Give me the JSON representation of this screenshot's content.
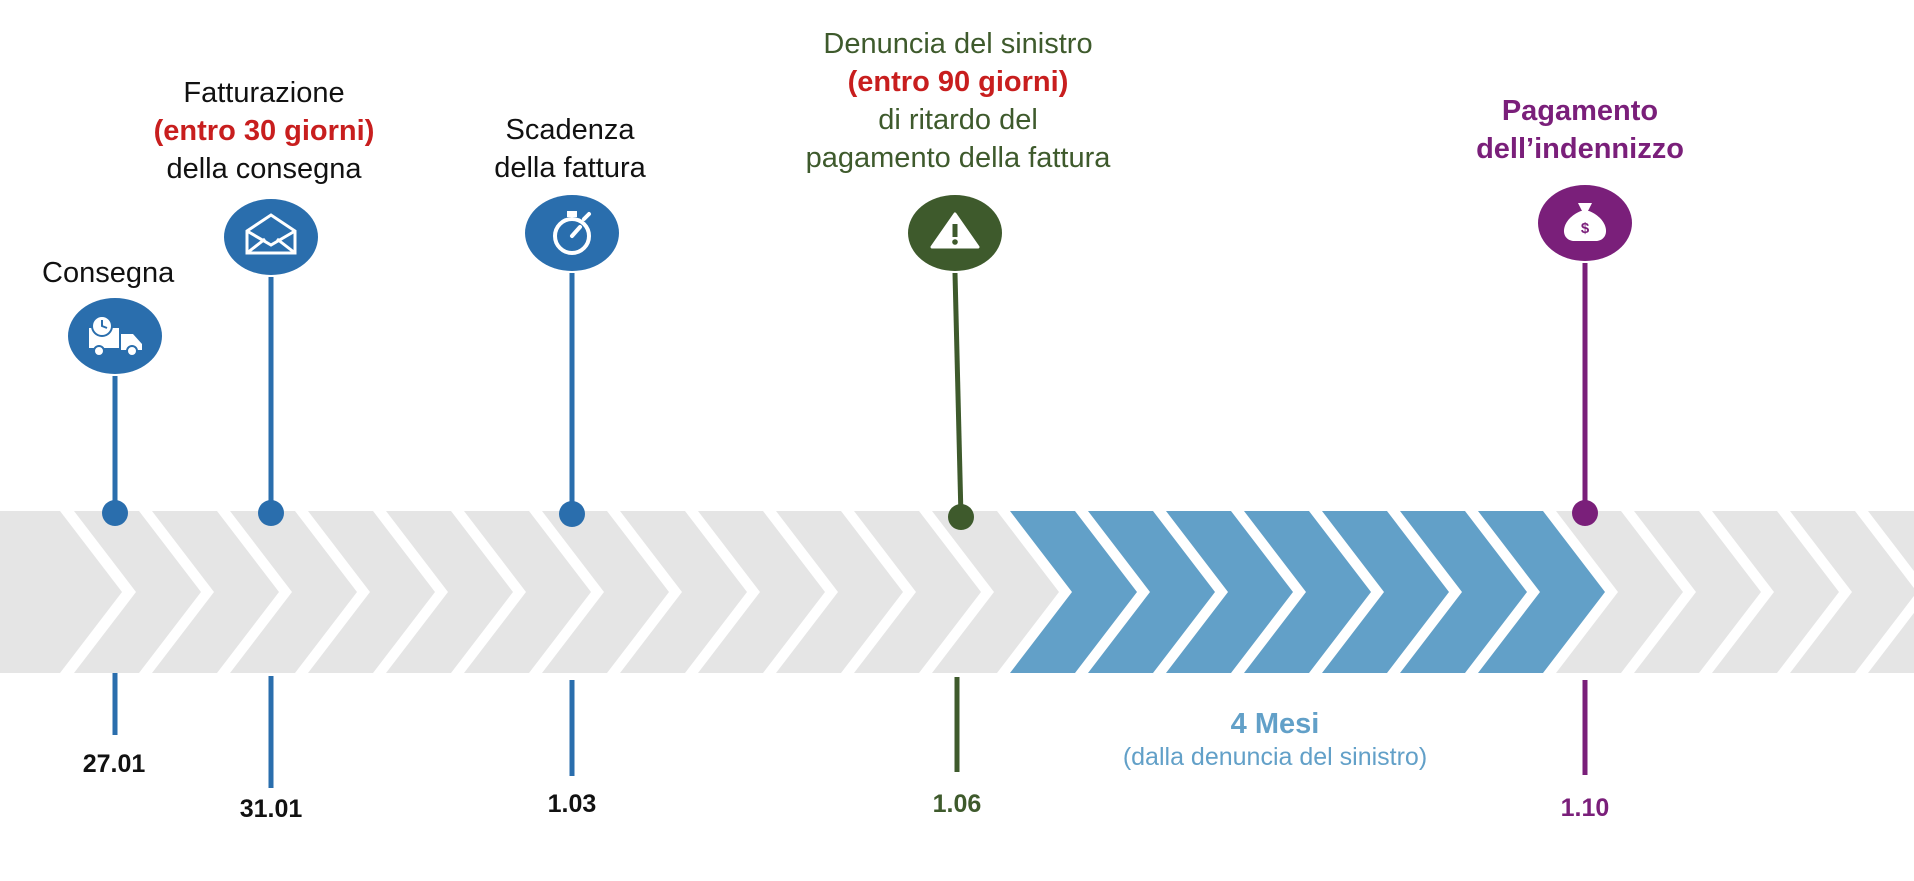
{
  "colors": {
    "blue": "#2a6ead",
    "green": "#3e5a2c",
    "purple": "#7a1f7a",
    "red": "#c81e1e",
    "chevron_grey": "#e5e5e5",
    "chevron_highlight": "#62a0c8"
  },
  "milestones": [
    {
      "id": "consegna",
      "icon": "delivery-truck-icon",
      "title": [
        "Consegna"
      ],
      "date": "27.01"
    },
    {
      "id": "fatturazione",
      "icon": "envelope-icon",
      "title": [
        "Fatturazione",
        "(entro 30 giorni)",
        "della consegna"
      ],
      "date": "31.01"
    },
    {
      "id": "scadenza",
      "icon": "stopwatch-icon",
      "title": [
        "Scadenza",
        "della fattura"
      ],
      "date": "1.03"
    },
    {
      "id": "denuncia",
      "icon": "warning-icon",
      "title": [
        "Denuncia del sinistro",
        "(entro 90 giorni)",
        "di ritardo del",
        "pagamento della fattura"
      ],
      "date": "1.06"
    },
    {
      "id": "pagamento",
      "icon": "money-bag-icon",
      "title": [
        "Pagamento",
        "dell’indennizzo"
      ],
      "date": "1.10"
    }
  ],
  "period": {
    "label": "4 Mesi",
    "sublabel": "(dalla denuncia del sinistro)"
  }
}
